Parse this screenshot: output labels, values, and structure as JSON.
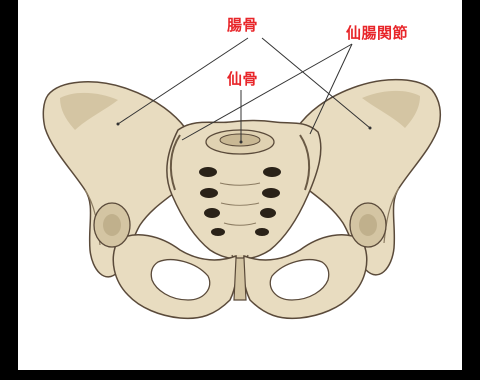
{
  "labels": {
    "ilium": "腸骨",
    "sacrum": "仙骨",
    "sacroiliac_joint": "仙腸関節"
  },
  "colors": {
    "background": "#000000",
    "panel": "#ffffff",
    "bone": "#e8dcc0",
    "bone_shadow": "#b8a888",
    "outline": "#5a4a3a",
    "label_red": "#e8262a"
  }
}
